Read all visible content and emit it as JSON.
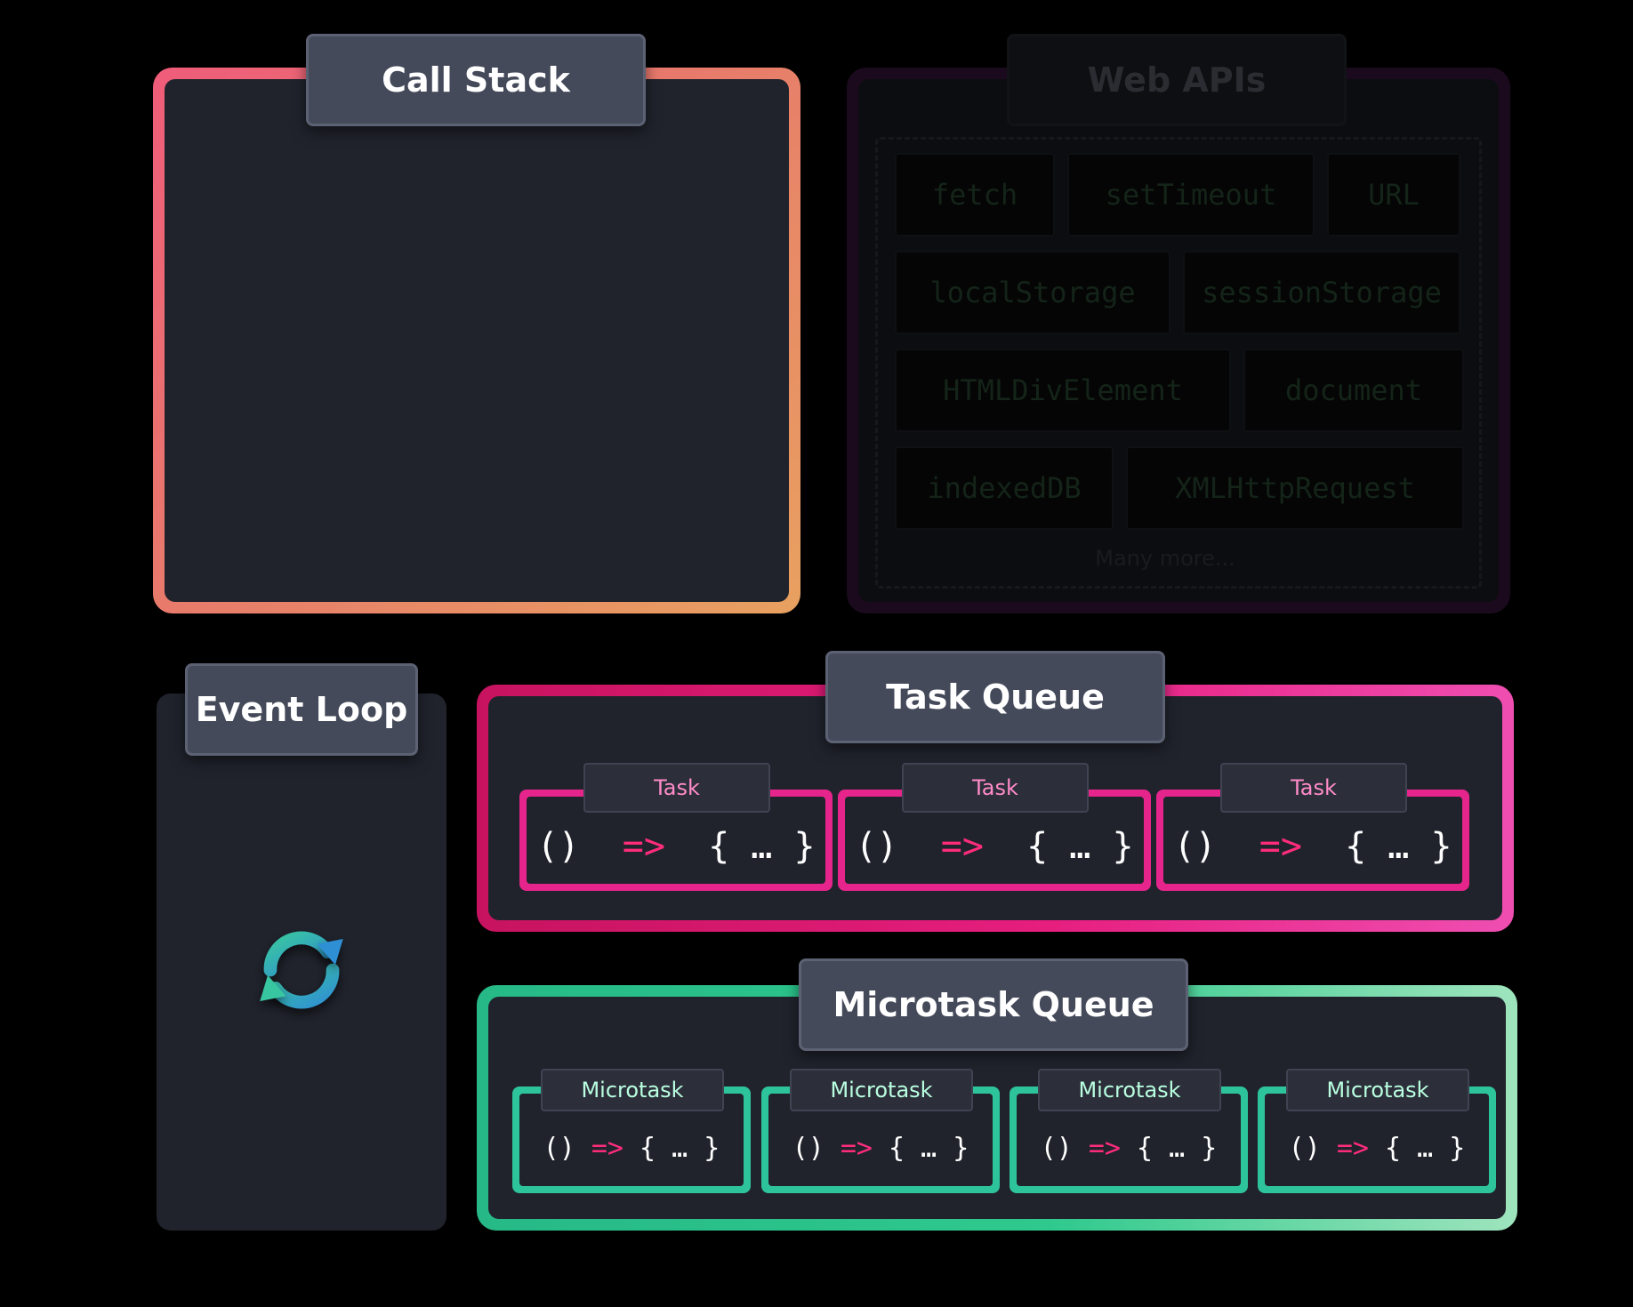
{
  "call_stack": {
    "title": "Call Stack"
  },
  "web_apis": {
    "title": "Web APIs",
    "apis": [
      "fetch",
      "setTimeout",
      "URL",
      "localStorage",
      "sessionStorage",
      "HTMLDivElement",
      "document",
      "indexedDB",
      "XMLHttpRequest"
    ],
    "more": "Many more..."
  },
  "event_loop": {
    "title": "Event Loop",
    "icon": "refresh-cycle-icon"
  },
  "task_queue": {
    "title": "Task Queue",
    "items": [
      {
        "label": "Task",
        "paren": "()",
        "arrow": "=>",
        "body": "{ … }"
      },
      {
        "label": "Task",
        "paren": "()",
        "arrow": "=>",
        "body": "{ … }"
      },
      {
        "label": "Task",
        "paren": "()",
        "arrow": "=>",
        "body": "{ … }"
      }
    ]
  },
  "microtask_queue": {
    "title": "Microtask Queue",
    "items": [
      {
        "label": "Microtask",
        "paren": "()",
        "arrow": "=>",
        "body": "{ … }"
      },
      {
        "label": "Microtask",
        "paren": "()",
        "arrow": "=>",
        "body": "{ … }"
      },
      {
        "label": "Microtask",
        "paren": "()",
        "arrow": "=>",
        "body": "{ … }"
      },
      {
        "label": "Microtask",
        "paren": "()",
        "arrow": "=>",
        "body": "{ … }"
      }
    ]
  },
  "colors": {
    "call_stack_gradient": [
      "#ef5c7a",
      "#e8a160"
    ],
    "task_queue_border": "#e61e7e",
    "microtask_queue_border": "#2fc98d",
    "arrow": "#ff2c7a"
  }
}
